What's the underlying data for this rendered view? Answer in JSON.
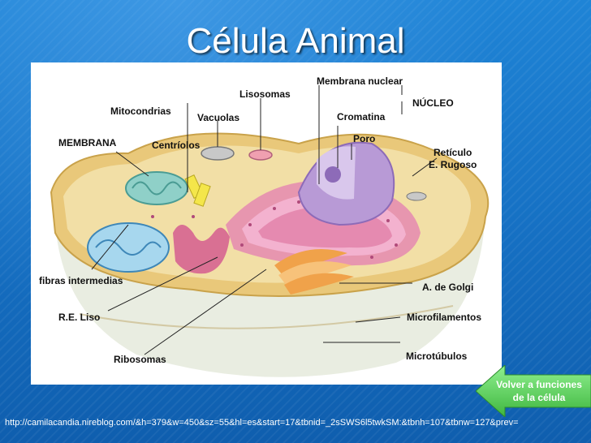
{
  "slide": {
    "title": "Célula Animal",
    "source_url": "http://camilacandia.nireblog.com/&h=379&w=450&sz=55&hl=es&start=17&tbnid=_2sSWS6l5twkSM:&tbnh=107&tbnw=127&prev="
  },
  "diagram": {
    "labels": {
      "membrana_nuclear": "Membrana nuclear",
      "lisosomas": "Lisosomas",
      "mitocondrias": "Mitocondrias",
      "nucleo": "NÚCLEO",
      "vacuolas": "Vacuolas",
      "cromatina": "Cromatina",
      "membrana": "MEMBRANA",
      "centriolos": "Centríolos",
      "poro": "Poro",
      "reticulo_line1": "Retículo",
      "reticulo_line2": "E. Rugoso",
      "fibras": "fibras intermedias",
      "golgi": "A. de Golgi",
      "re_liso": "R.E. Liso",
      "microfilamentos": "Microfilamentos",
      "ribosomas": "Ribosomas",
      "microtubulos": "Microtúbulos"
    }
  },
  "nav": {
    "back_line1": "Volver a funciones",
    "back_line2": "de la célula"
  },
  "colors": {
    "background": "#1673c4",
    "nav_button": "#6cd86c",
    "membrane": "#e9c87a",
    "cytoplasm": "#f2dfa6",
    "nucleus": "#b89ad6",
    "er": "#e58ab0",
    "mitochondria": "#8fd0c8",
    "golgi": "#f0a24a"
  }
}
